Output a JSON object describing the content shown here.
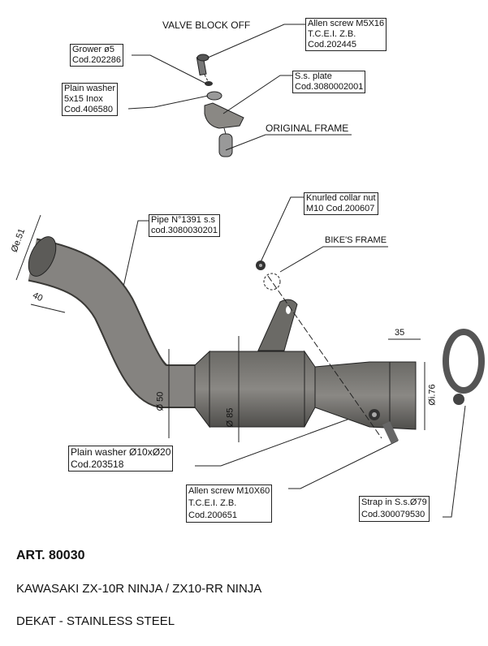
{
  "top_section": {
    "title": "VALVE BLOCK OFF",
    "allen_screw_m5": [
      "Allen screw M5X16",
      "T.C.E.I. Z.B.",
      "Cod.202445"
    ],
    "grower": [
      "Grower ø5",
      "Cod.202286"
    ],
    "plain_washer_5x15": [
      "Plain washer",
      "5x15 Inox",
      "Cod.406580"
    ],
    "ss_plate": [
      "S.s. plate",
      "Cod.3080002001"
    ],
    "original_frame": "ORIGINAL FRAME"
  },
  "main_section": {
    "pipe": [
      "Pipe N°1391 s.s",
      "cod.3080030201"
    ],
    "knurled_nut": [
      "Knurled collar nut",
      "M10 Cod.200607"
    ],
    "bikes_frame": "BIKE'S FRAME",
    "plain_washer_10x20": [
      "Plain washer  Ø10xØ20",
      "Cod.203518"
    ],
    "allen_screw_m10": [
      "Allen screw M10X60",
      "T.C.E.I. Z.B.",
      "Cod.200651"
    ],
    "strap": [
      "Strap in S.s.Ø79",
      "Cod.300079530"
    ],
    "dimensions": {
      "inlet_diameter": "Øe.51",
      "inlet_length": "40",
      "pipe_diameter": "Ø 50",
      "body_diameter": "Ø 85",
      "outlet_length": "35",
      "outlet_diameter": "Øi.76"
    }
  },
  "footer": {
    "article": "ART. 80030",
    "model": "KAWASAKI ZX-10R NINJA /  ZX10-RR NINJA",
    "description": "DEKAT -  STAINLESS STEEL"
  }
}
